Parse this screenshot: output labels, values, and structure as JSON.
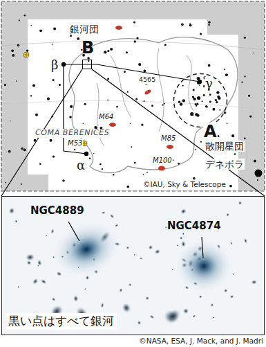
{
  "diagram": {
    "caption": "©NASA, ESA, J. Mack, and J. Madri",
    "nodes": [
      {
        "text": [
          "B"
        ]
      },
      {
        "text": [
          "A",
          "散開星団"
        ]
      },
      {
        "text": [
          "NGC4889",
          "NGC4874",
          "黒い点はすべて銀河"
        ]
      }
    ],
    "edges": [
      {
        "from": 0,
        "to": 2,
        "arrow": "none"
      },
      {
        "from": 0,
        "to": 2,
        "arrow": "none"
      }
    ],
    "labels": [
      "銀河団",
      "β",
      "γ",
      "4565",
      "COMA BERENICES",
      "M64",
      "M53",
      "α",
      "M85",
      "M100",
      "デネボラ",
      "©IAU, Sky & Telescope"
    ]
  }
}
